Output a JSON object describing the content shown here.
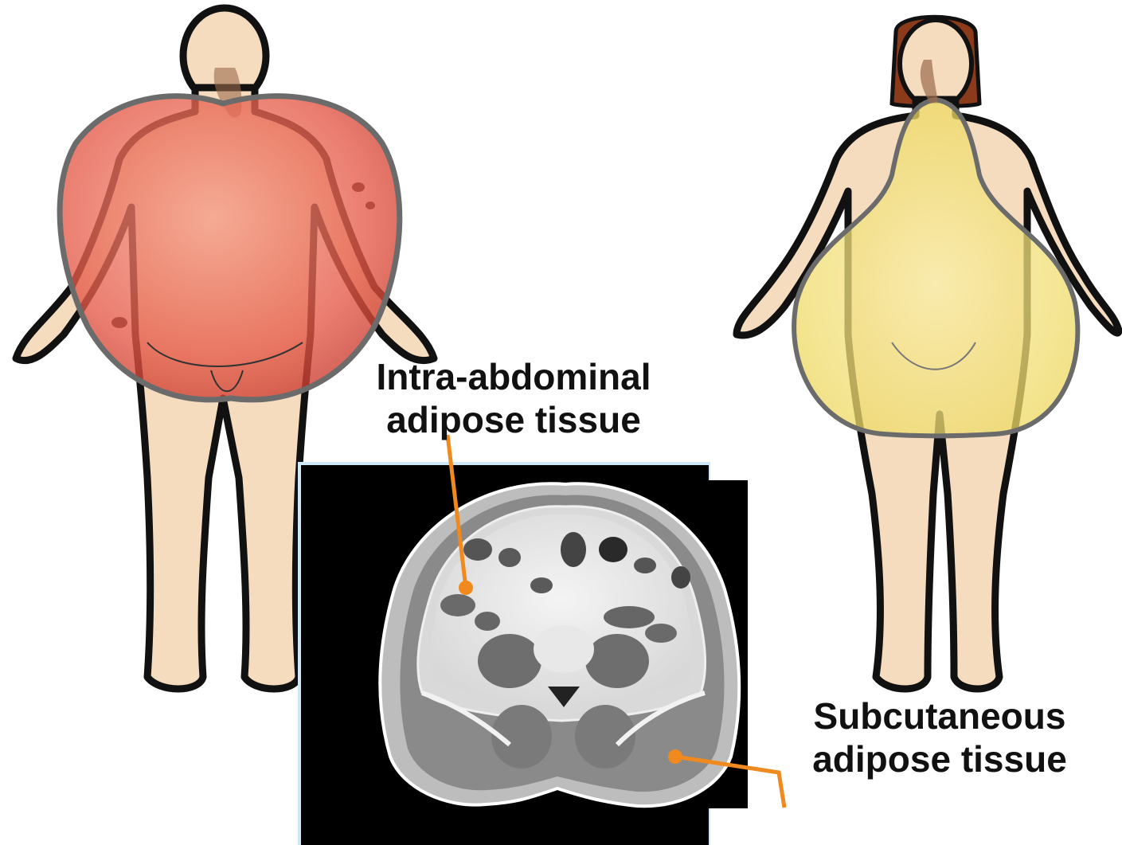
{
  "labels": {
    "intra_abdominal": {
      "line1": "Intra-abdominal",
      "line2": "adipose tissue"
    },
    "subcutaneous": {
      "line1": "Subcutaneous",
      "line2": "adipose tissue"
    }
  },
  "figures": {
    "left": {
      "shape": "apple",
      "person": "male"
    },
    "right": {
      "shape": "pear",
      "person": "female"
    }
  },
  "scan": {
    "type": "abdominal CT cross-section"
  },
  "colors": {
    "skin": "#f5dcbf",
    "outline": "#111111",
    "apple": "#e04a3c",
    "pear": "#f2df6a",
    "hair": "#8b3a1a",
    "leader": "#f08a1e",
    "scan_bg": "#000000",
    "scan_border": "#cfe8f7"
  }
}
